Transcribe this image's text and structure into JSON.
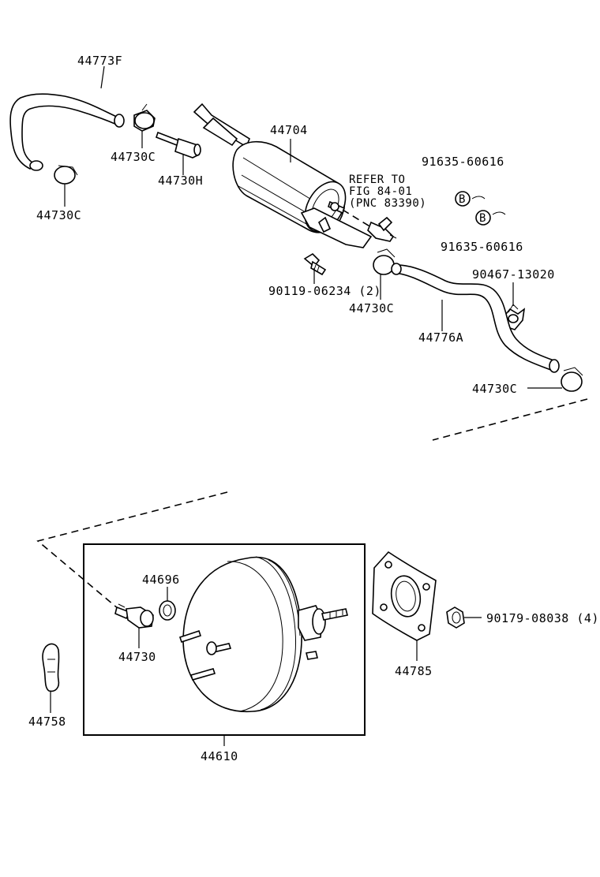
{
  "labels": {
    "hose_upper": "44773F",
    "clamp_upper_right": "44730C",
    "clamp_upper_left": "44730C",
    "union_h": "44730H",
    "tank": "44704",
    "refer_line1": "REFER TO",
    "refer_line2": "FIG 84-01",
    "refer_line3": "(PNC 83390)",
    "clip_top": "91635-60616",
    "clip_bottom": "91635-60616",
    "clip_symbol_1": "B",
    "clip_symbol_2": "B",
    "bolt": "90119-06234 (2)",
    "clamp_mid": "44730C",
    "clamp_holder": "90467-13020",
    "hose_lower": "44776A",
    "clamp_end": "44730C",
    "grommet": "44696",
    "check_valve": "44730",
    "booster": "44610",
    "gasket": "44785",
    "nut": "90179-08038 (4)",
    "clip_small": "44758"
  },
  "icons": [
    "hose",
    "hose-clamp",
    "union-fitting",
    "vacuum-tank",
    "bolt",
    "clip",
    "grommet",
    "check-valve",
    "brake-booster",
    "gasket",
    "nut",
    "bracket"
  ]
}
